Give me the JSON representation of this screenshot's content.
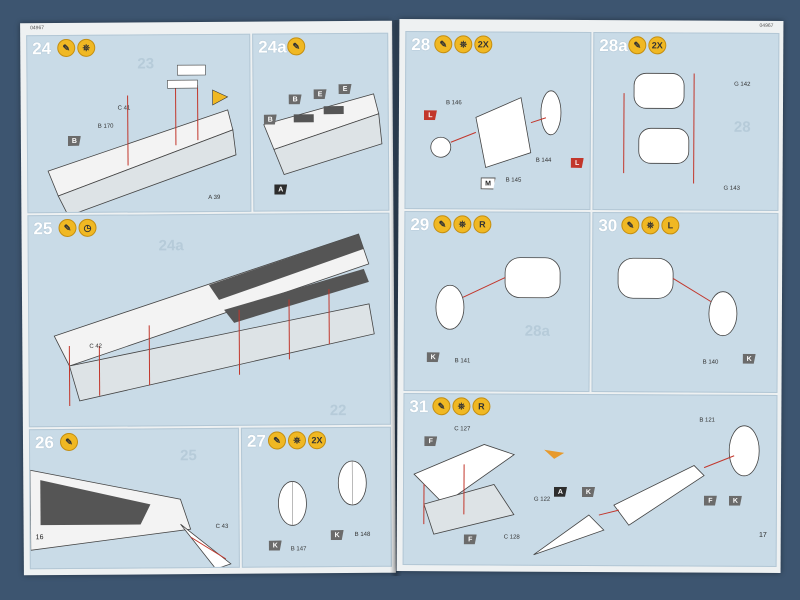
{
  "left_page": {
    "kit_code": "04967",
    "page_number": "16",
    "steps": {
      "s24": {
        "number": "24",
        "icons": [
          "✎",
          "⛯"
        ],
        "ghost": "23",
        "parts": [
          "C 41",
          "B 170",
          "A 39"
        ]
      },
      "s24a": {
        "number": "24a",
        "icons": [
          "✎"
        ],
        "tags": [
          "B",
          "B",
          "E",
          "E",
          "A"
        ]
      },
      "s25": {
        "number": "25",
        "icons": [
          "✎",
          "◷"
        ],
        "ghost": "24a",
        "parts": [
          "C 42"
        ],
        "ghost2": "22"
      },
      "s26": {
        "number": "26",
        "icons": [
          "✎"
        ],
        "ghost": "25",
        "parts": [
          "C 43"
        ]
      },
      "s27": {
        "number": "27",
        "icons": [
          "✎",
          "⛯",
          "2X"
        ],
        "parts": [
          "B 147",
          "B 148"
        ]
      }
    }
  },
  "right_page": {
    "kit_code": "04967",
    "page_number": "17",
    "steps": {
      "s28": {
        "number": "28",
        "icons": [
          "✎",
          "⛯",
          "2X"
        ],
        "parts": [
          "B 146",
          "B 145",
          "B 144"
        ],
        "tags": [
          "L",
          "M",
          "L"
        ]
      },
      "s28a": {
        "number": "28a",
        "icons": [
          "✎",
          "2X"
        ],
        "parts": [
          "G 142",
          "G 143"
        ],
        "ghost": "28"
      },
      "s29": {
        "number": "29",
        "icons": [
          "✎",
          "⛯",
          "R"
        ],
        "parts": [
          "B 141"
        ],
        "tags": [
          "K"
        ],
        "ghost": "28a"
      },
      "s30": {
        "number": "30",
        "icons": [
          "✎",
          "⛯",
          "L"
        ],
        "parts": [
          "B 140"
        ],
        "tags": [
          "K"
        ]
      },
      "s31": {
        "number": "31",
        "icons": [
          "✎",
          "⛯",
          "R"
        ],
        "parts": [
          "C 127",
          "C 128",
          "G 122",
          "B 121"
        ],
        "tags": [
          "F",
          "F",
          "A",
          "K",
          "F",
          "K"
        ]
      }
    }
  }
}
